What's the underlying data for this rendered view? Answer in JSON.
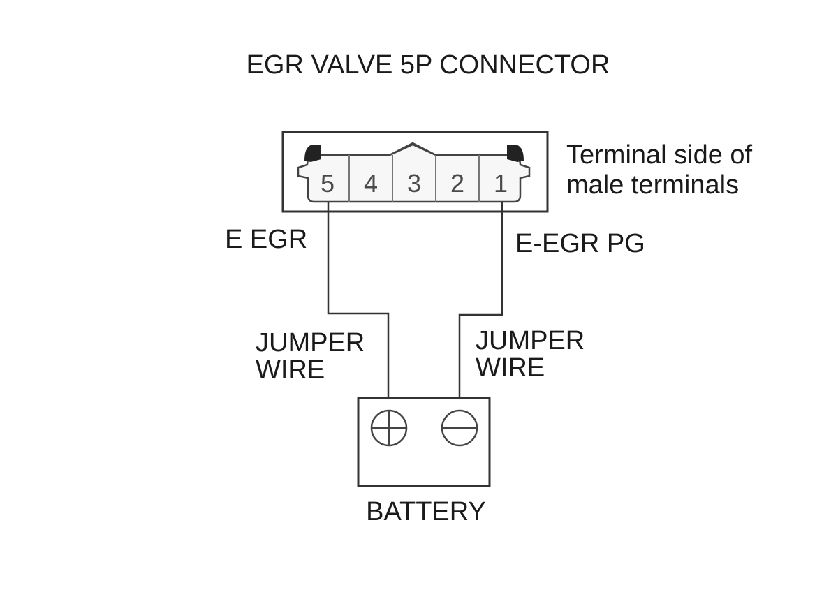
{
  "title": "EGR VALVE 5P CONNECTOR",
  "connector": {
    "pins": [
      "5",
      "4",
      "3",
      "2",
      "1"
    ],
    "view_note_line1": "Terminal side of",
    "view_note_line2": "male terminals"
  },
  "wires": {
    "left_label": "E EGR",
    "right_label": "E-EGR PG",
    "left_jumper_line1": "JUMPER",
    "left_jumper_line2": "WIRE",
    "right_jumper_line1": "JUMPER",
    "right_jumper_line2": "WIRE"
  },
  "battery": {
    "label": "BATTERY",
    "positive_symbol": "plus-icon",
    "negative_symbol": "minus-icon"
  },
  "colors": {
    "line": "#333333",
    "connector_fill": "#f7f7f7"
  }
}
